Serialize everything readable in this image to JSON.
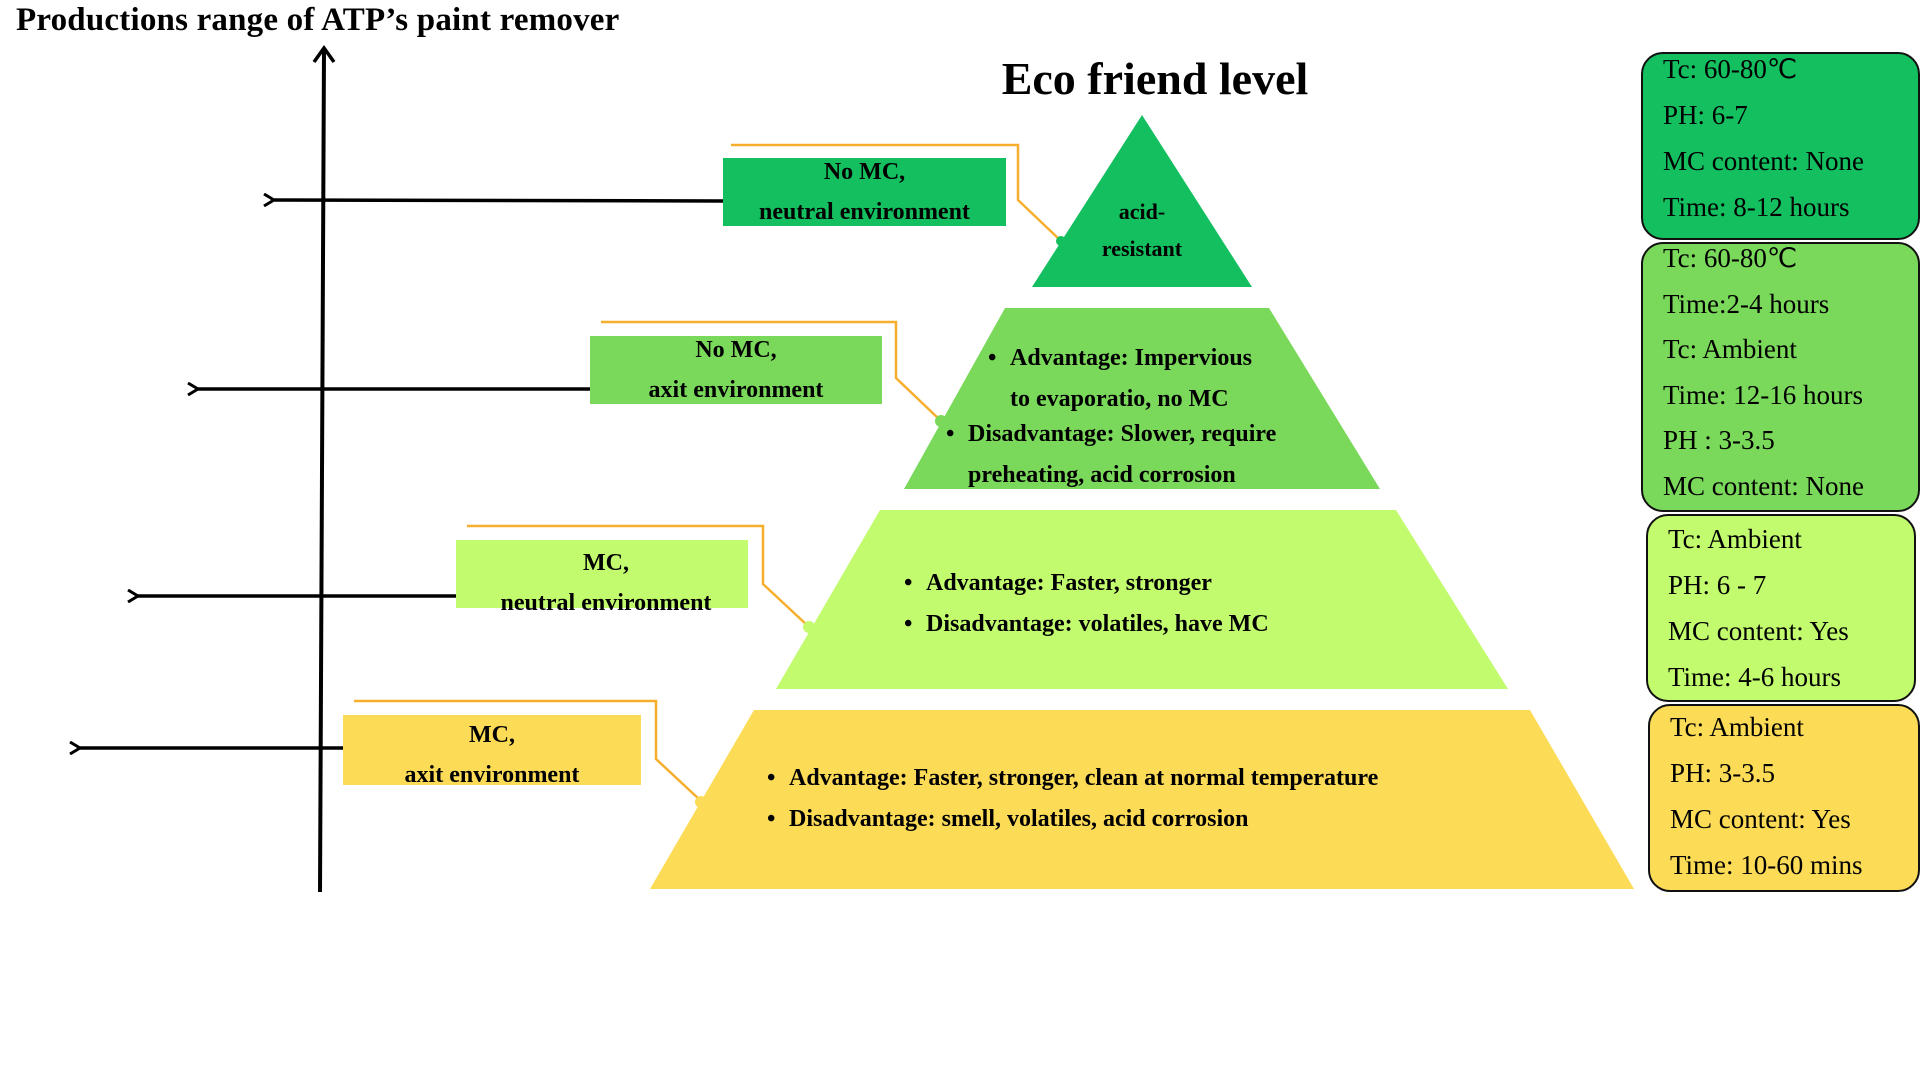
{
  "titles": {
    "main": "Productions range of ATP’s paint remover",
    "eco": "Eco friend level"
  },
  "colors": {
    "tier1": "#13bf5f",
    "tier2": "#7ad85a",
    "tier3": "#c2fb6e",
    "tier4": "#fcdb57",
    "connector": "#f6ae2d",
    "axis": "#000000",
    "box_border": "#111111"
  },
  "tiers": [
    {
      "env_lines": [
        "No MC,",
        "neutral environment"
      ],
      "apex_lines": [
        "acid-",
        "resistant"
      ],
      "params": [
        "Tc: 60-80℃",
        "PH: 6-7",
        "MC content: None",
        "Time: 8-12 hours"
      ]
    },
    {
      "env_lines": [
        "No MC,",
        "axit environment"
      ],
      "advantage": "Advantage: Impervious",
      "advantage_cont": "to evaporatio, no MC",
      "disadvantage": "Disadvantage: Slower, require",
      "disadvantage_cont": "preheating, acid corrosion",
      "params": [
        "Tc: 60-80℃",
        "Time:2-4 hours",
        "Tc: Ambient",
        "Time: 12-16 hours",
        "PH : 3-3.5",
        "MC content: None"
      ]
    },
    {
      "env_lines": [
        "MC,",
        "neutral environment"
      ],
      "advantage": "Advantage: Faster, stronger",
      "disadvantage": "Disadvantage: volatiles, have MC",
      "params": [
        "Tc: Ambient",
        "PH: 6 - 7",
        "MC content: Yes",
        "Time: 4-6 hours"
      ]
    },
    {
      "env_lines": [
        "MC,",
        "axit environment"
      ],
      "advantage": "Advantage: Faster, stronger, clean at normal temperature",
      "disadvantage": "Disadvantage: smell, volatiles, acid corrosion",
      "params": [
        "Tc: Ambient",
        "PH: 3-3.5",
        "MC content: Yes",
        "Time: 10-60 mins"
      ]
    }
  ]
}
